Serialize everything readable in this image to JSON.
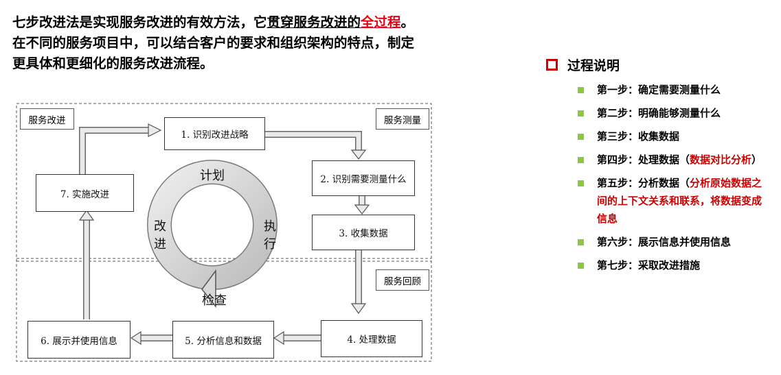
{
  "intro": {
    "line1_a": "七步改进法是实现服务改进的有效方法，它",
    "line1_b": "贯穿服务改进的",
    "line1_c": "全过程",
    "line1_d": "。",
    "line2": "在不同的服务项目中，可以结合客户的要求和组织架构的特点，制定",
    "line3": "更具体和更细化的服务改进流程。"
  },
  "diagram": {
    "zone_labels": [
      "服务改进",
      "服务测量",
      "服务回顾"
    ],
    "steps": [
      "1. 识别改进战略",
      "2. 识别需要测量什么",
      "3. 收集数据",
      "4. 处理数据",
      "5. 分析信息和数据",
      "6. 展示并使用信息",
      "7. 实施改进"
    ],
    "cycle": {
      "plan": "计划",
      "do": "执行",
      "check": "检查",
      "act": "改进"
    }
  },
  "panel": {
    "title": "过程说明",
    "items": [
      {
        "text": "第一步：确定需要测量什么",
        "red": ""
      },
      {
        "text": "第二步：明确能够测量什么",
        "red": ""
      },
      {
        "text": "第三步：收集数据",
        "red": ""
      },
      {
        "text": "第四步：处理数据（",
        "red": "数据对比分析",
        "tail": "）"
      },
      {
        "text": "第五步：分析数据（",
        "red": "分析原始数据之间的上下文关系和联系，将数据变成信息",
        "tail": ""
      },
      {
        "text": "第六步：展示信息并使用信息",
        "red": ""
      },
      {
        "text": "第七步：采取改进措施",
        "red": ""
      }
    ]
  },
  "colors": {
    "accent_red": "#cc0000",
    "link_red": "#e60012",
    "bullet_green": "#8dc63f"
  }
}
